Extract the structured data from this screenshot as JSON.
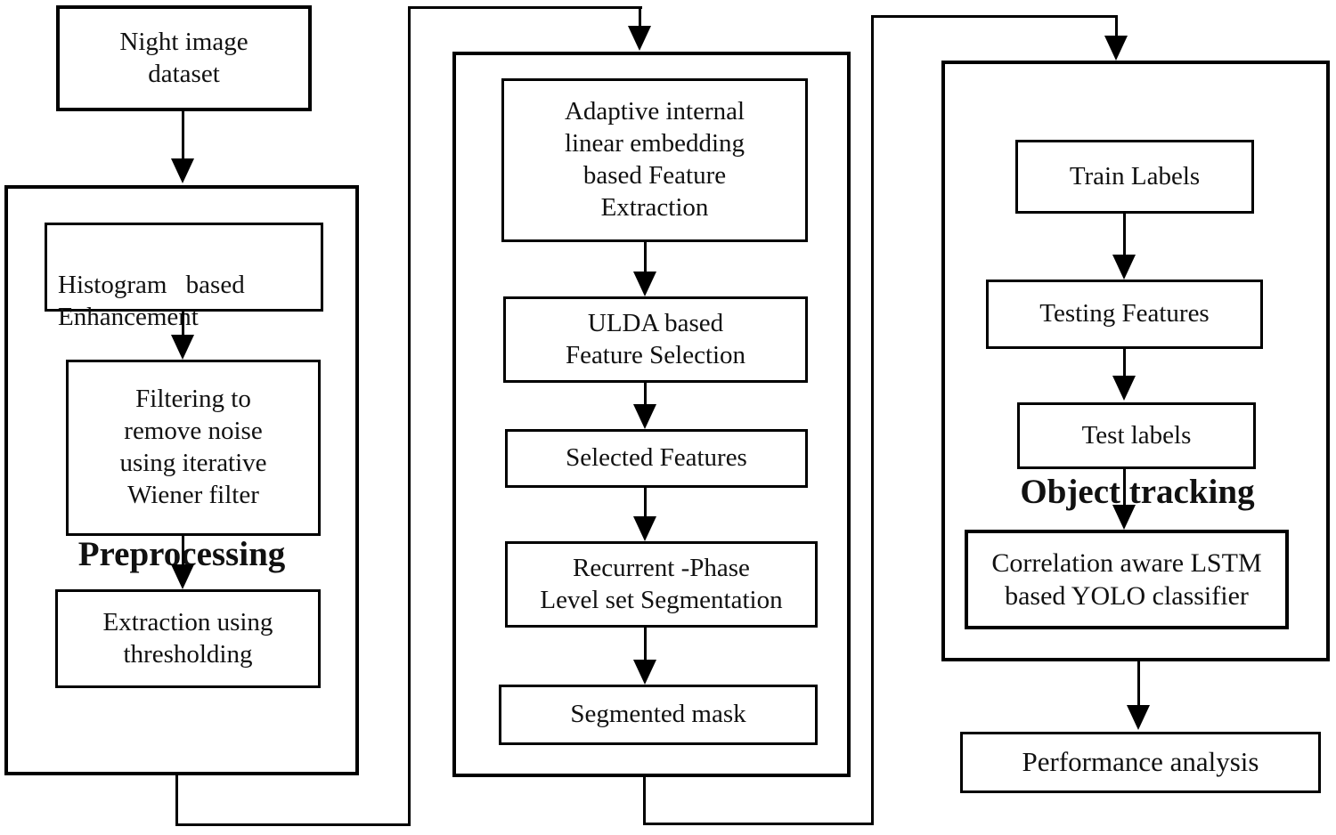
{
  "nodes": {
    "night_dataset": "Night image\ndataset",
    "histogram": "Histogram based\nEnhancement",
    "filtering": "Filtering to\nremove noise\nusing iterative\nWiener filter",
    "preprocessing_label": "Preprocessing",
    "extraction": "Extraction using\nthresholding",
    "adaptive": "Adaptive internal\nlinear embedding\nbased Feature\nExtraction",
    "ulda": "ULDA based\nFeature Selection",
    "selected_features": "Selected Features",
    "recurrent": "Recurrent -Phase\nLevel set Segmentation",
    "segmented_mask": "Segmented mask",
    "train_labels": "Train Labels",
    "testing_features": "Testing Features",
    "test_labels": "Test labels",
    "object_tracking_label": "Object tracking",
    "classifier": "Correlation aware LSTM\nbased YOLO classifier",
    "performance": "Performance analysis"
  },
  "colors": {
    "line": "#000000",
    "background": "#ffffff",
    "text": "#111111"
  }
}
